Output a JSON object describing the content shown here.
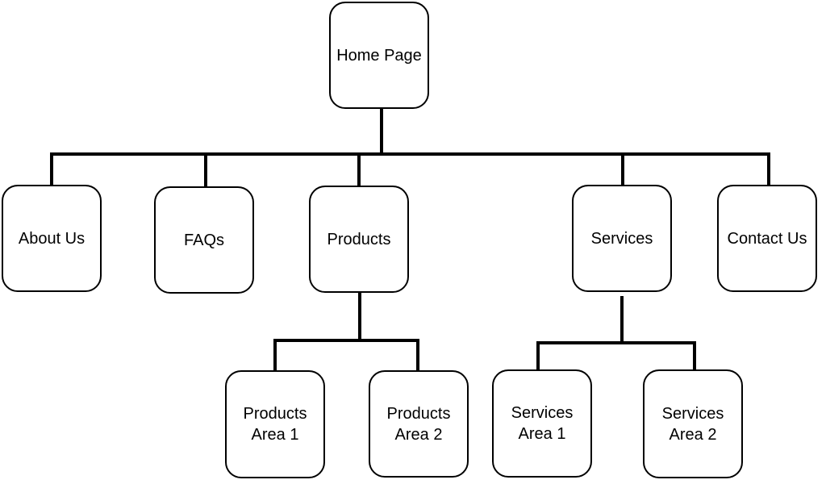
{
  "diagram": {
    "type": "sitemap-tree",
    "root": {
      "label": "Home Page"
    },
    "level1": [
      {
        "label": "About Us"
      },
      {
        "label": "FAQs"
      },
      {
        "label": "Products"
      },
      {
        "label": "Services"
      },
      {
        "label": "Contact Us"
      }
    ],
    "products_children": [
      {
        "label": "Products\nArea 1"
      },
      {
        "label": "Products\nArea 2"
      }
    ],
    "services_children": [
      {
        "label": "Services\nArea 1"
      },
      {
        "label": "Services\nArea 2"
      }
    ],
    "colors": {
      "stroke": "#000000",
      "fill": "#ffffff",
      "text": "#000000"
    }
  }
}
